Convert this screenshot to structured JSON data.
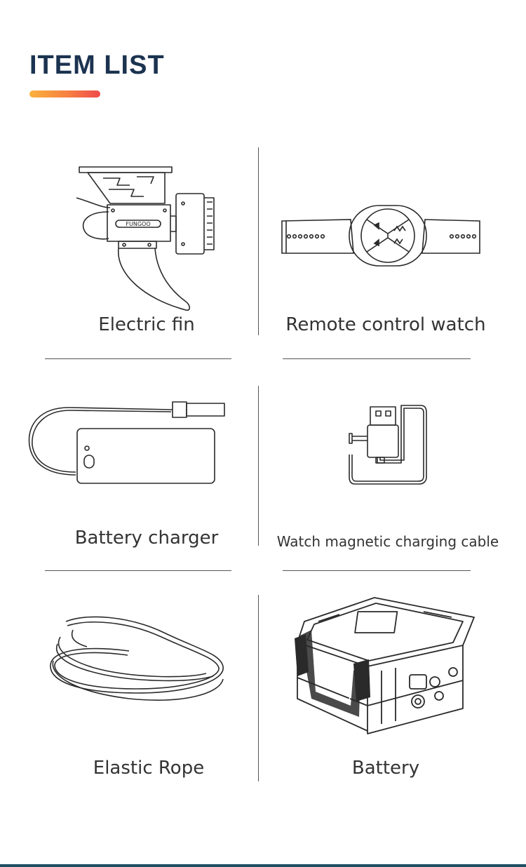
{
  "header": {
    "title": "ITEM LIST"
  },
  "items": [
    {
      "label": "Electric fin",
      "icon": "electric-fin-icon",
      "brand_mark": "FUNGOO"
    },
    {
      "label": "Remote control watch",
      "icon": "remote-watch-icon"
    },
    {
      "label": "Battery charger",
      "icon": "battery-charger-icon"
    },
    {
      "label": "Watch magnetic charging cable",
      "icon": "magnetic-cable-icon"
    },
    {
      "label": "Elastic Rope",
      "icon": "elastic-rope-icon"
    },
    {
      "label": "Battery",
      "icon": "battery-case-icon"
    }
  ],
  "colors": {
    "title": "#1b3350",
    "accent_gradient": [
      "#f9b23c",
      "#f67f43",
      "#ef4a4a"
    ],
    "footer": "#1f4f63",
    "line_art": "#2a2a2a"
  }
}
